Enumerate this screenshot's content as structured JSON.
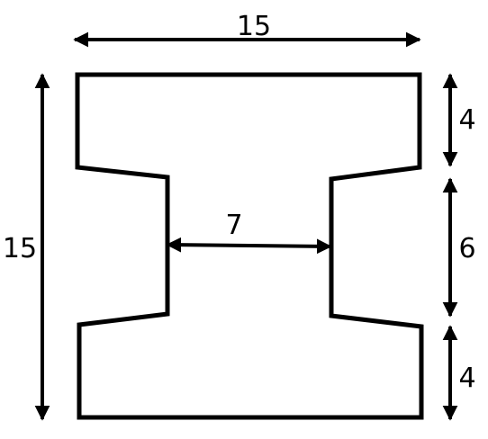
{
  "diagram": {
    "colors": {
      "stroke": "#000000",
      "background": "#ffffff"
    },
    "dimensions": {
      "top_width": "15",
      "left_height": "15",
      "top_flange": "4",
      "web_height": "6",
      "bottom_flange": "4",
      "web_width": "7"
    }
  }
}
